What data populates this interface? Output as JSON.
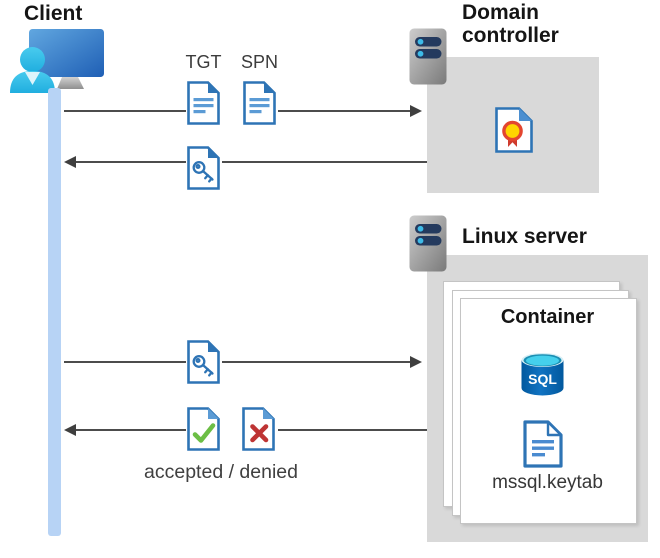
{
  "client": {
    "label": "Client"
  },
  "domain_controller": {
    "label": "Domain controller"
  },
  "linux_server": {
    "label": "Linux server"
  },
  "container": {
    "label": "Container",
    "sql_badge": "SQL",
    "keytab_file": "mssql.keytab"
  },
  "flow": {
    "tgt": "TGT",
    "spn": "SPN",
    "result": "accepted / denied"
  },
  "icons": {
    "client": "user-at-computer-icon",
    "domain_controller": "server-icon",
    "linux_server": "server-icon",
    "tgt": "document-icon",
    "spn": "document-icon",
    "ticket": "key-ticket-document-icon",
    "certificate": "certificate-icon",
    "accepted": "accepted-check-document-icon",
    "denied": "denied-x-document-icon",
    "sql": "sql-database-icon",
    "keytab": "keytab-document-icon"
  },
  "colors": {
    "doc_blue": "#2E74B5",
    "doc_line_blue": "#5B9BD5",
    "accepted_green": "#6CBE45",
    "denied_red": "#BE3434",
    "lifeline_blue": "#B7D3F5",
    "box_gray": "#D9D9D9",
    "sql_body_blue": "#0663AE",
    "sql_top_cyan": "#45D0EC",
    "cert_gold": "#FFD400",
    "cert_ribbon_red": "#CE3B2E",
    "server_pill_navy": "#243A5E",
    "server_dot_blue": "#3DBBE8",
    "arrow_gray": "#4C4C4C"
  }
}
